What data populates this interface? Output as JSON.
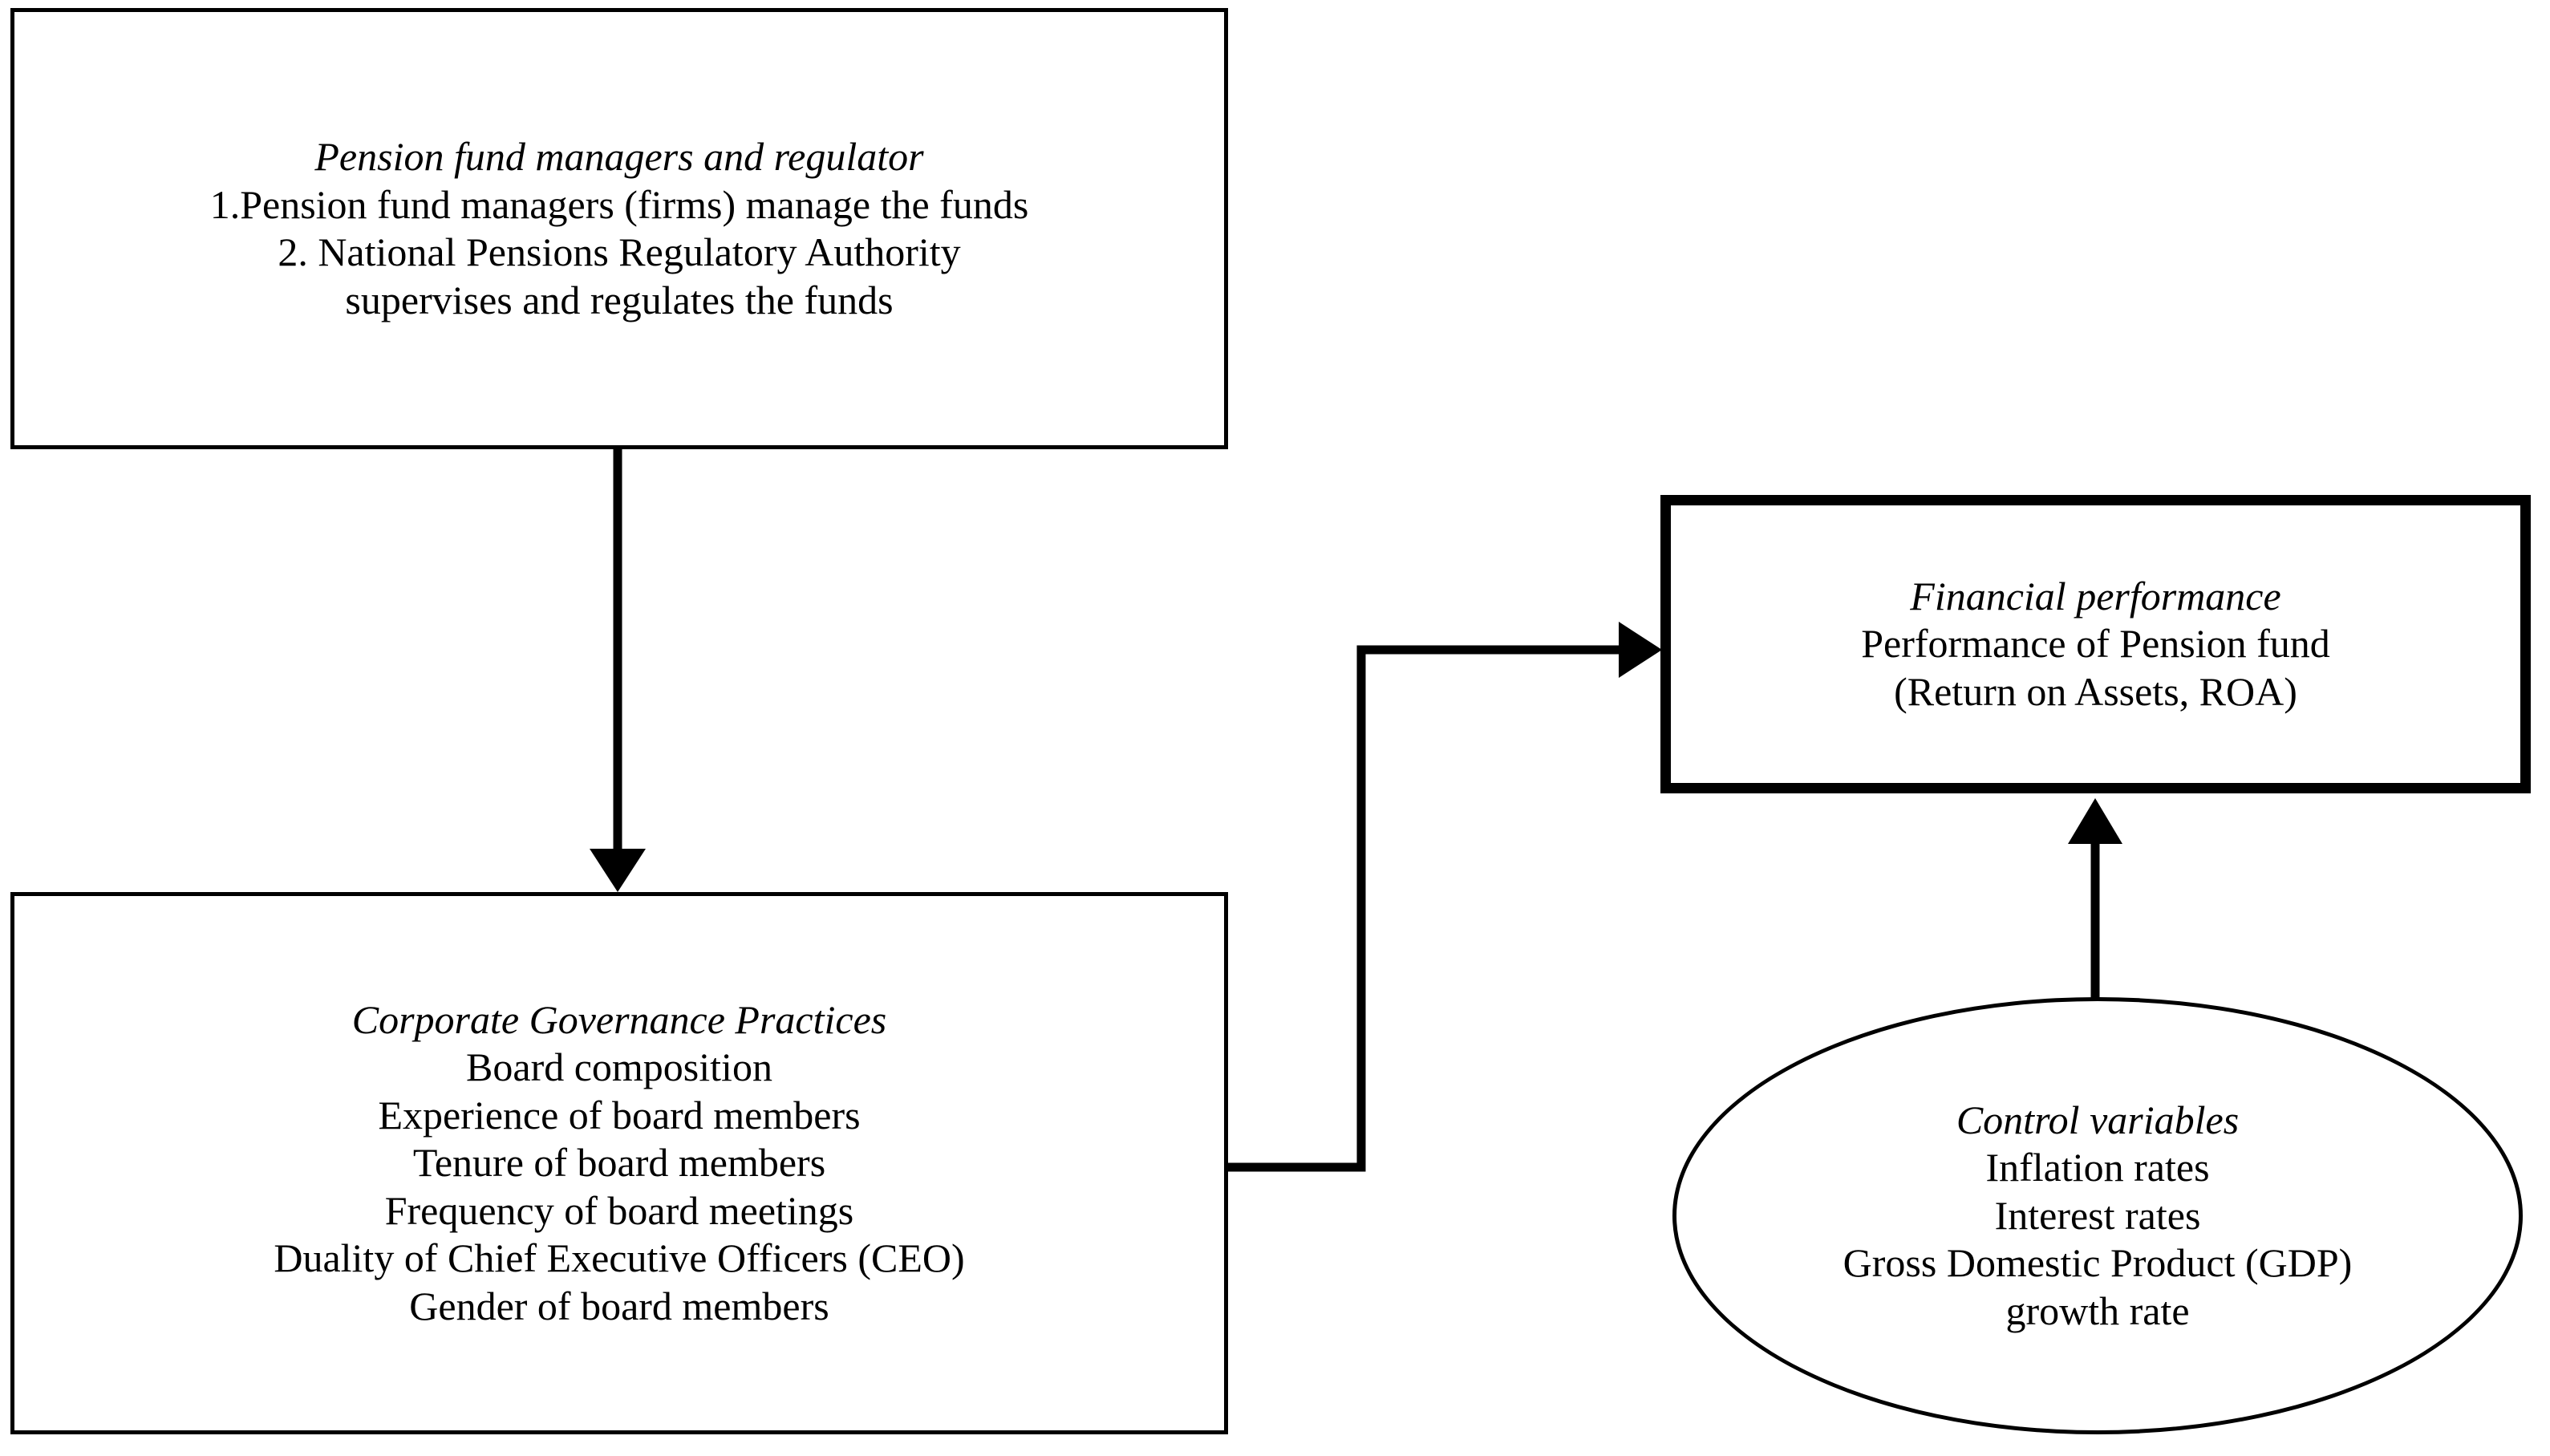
{
  "diagram": {
    "title_semantic": "conceptual-framework-pension-fund-governance",
    "nodes": {
      "pension_managers": {
        "heading": "Pension fund managers and regulator",
        "lines": [
          "1.Pension fund managers (firms) manage the funds",
          "2. National Pensions Regulatory Authority",
          "supervises and regulates the funds"
        ]
      },
      "governance": {
        "heading": "Corporate Governance Practices",
        "lines": [
          "Board composition",
          "Experience of board members",
          "Tenure of board members",
          "Frequency of board meetings",
          "Duality of Chief Executive Officers (CEO)",
          "Gender of board members"
        ]
      },
      "financial_performance": {
        "heading": "Financial performance",
        "lines": [
          "Performance of Pension fund",
          "(Return on Assets, ROA)"
        ]
      },
      "control_variables": {
        "heading": "Control variables",
        "lines": [
          "Inflation rates",
          "Interest rates",
          "Gross Domestic Product (GDP)",
          "growth rate"
        ]
      }
    },
    "connectors": [
      {
        "name": "managers-to-governance",
        "from": "pension_managers",
        "to": "governance",
        "style": "straight-vertical-arrow",
        "direction": "down"
      },
      {
        "name": "governance-to-financial-performance",
        "from": "governance",
        "to": "financial_performance",
        "style": "elbow-arrow",
        "direction": "right"
      },
      {
        "name": "control-variables-to-financial-performance",
        "from": "control_variables",
        "to": "financial_performance",
        "style": "straight-vertical-arrow",
        "direction": "up"
      }
    ],
    "colors": {
      "stroke": "#000000",
      "fill": "#ffffff",
      "text": "#000000"
    }
  }
}
